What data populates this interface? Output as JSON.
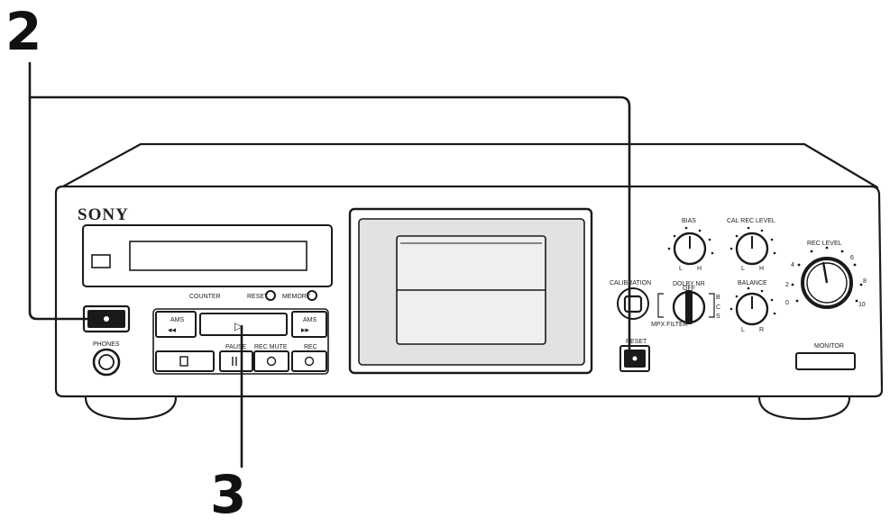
{
  "callouts": {
    "step_a": "2",
    "step_b": "3"
  },
  "brand": "SONY",
  "labels": {
    "counter": "COUNTER",
    "reset": "RESET",
    "memory": "MEMORY",
    "ams_rewind": "AMS",
    "ams_forward": "AMS",
    "play": "▷",
    "phones": "PHONES",
    "pause": "PAUSE",
    "rec_mute": "REC MUTE",
    "rec": "REC",
    "calibration": "CALIBRATION",
    "bias": "BIAS",
    "cal_rec_level": "CAL REC LEVEL",
    "dolby_nr": "DOLBY NR",
    "mpx_filter": "MPX FILTER",
    "balance": "BALANCE",
    "rec_level": "REC LEVEL",
    "monitor": "MONITOR",
    "knob_low": "L",
    "knob_high": "H",
    "balance_left": "L",
    "balance_right": "R"
  },
  "dolby_options": [
    "B",
    "C",
    "S",
    "OFF"
  ],
  "rec_level_scale": [
    "0",
    "2",
    "4",
    "6",
    "8",
    "10"
  ],
  "colors": {
    "line": "#1a1a1a",
    "panel": "#ffffff",
    "screen": "#ececec",
    "dark": "#111111"
  }
}
